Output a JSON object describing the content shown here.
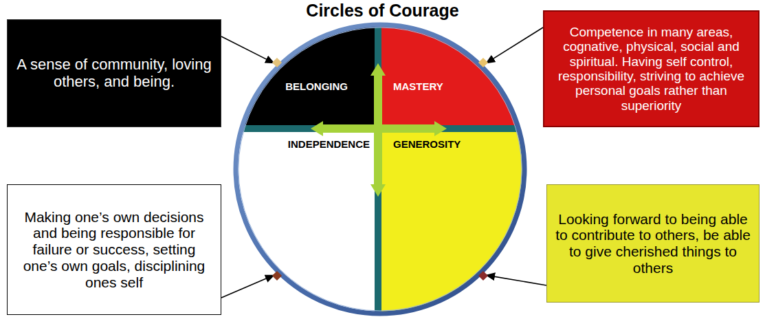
{
  "diagram": {
    "title": "Circles of Courage",
    "nodes": [
      {
        "text": [
          "A sense of community, loving others, and being."
        ]
      },
      {
        "text": [
          "BELONGING"
        ]
      },
      {
        "text": [
          "MASTERY"
        ]
      },
      {
        "text": [
          "Competence in many areas, cognative, physical, social and spiritual. Having self control, responsibility, striving to achieve personal goals rather than superiority"
        ]
      },
      {
        "text": [
          "Making one’s own decisions and being responsible for failure or success, setting one’s own goals, disciplining ones self"
        ]
      },
      {
        "text": [
          "INDEPENDENCE"
        ]
      },
      {
        "text": [
          "GENEROSITY"
        ]
      },
      {
        "text": [
          "Looking forward to being able to contribute to others,  be able to give cherished things to others"
        ]
      }
    ],
    "edges": [
      {
        "from": 0,
        "to": 1,
        "arrow": "to"
      },
      {
        "from": 3,
        "to": 2,
        "arrow": "to"
      },
      {
        "from": 4,
        "to": 5,
        "arrow": "to"
      },
      {
        "from": 7,
        "to": 6,
        "arrow": "to"
      }
    ]
  }
}
